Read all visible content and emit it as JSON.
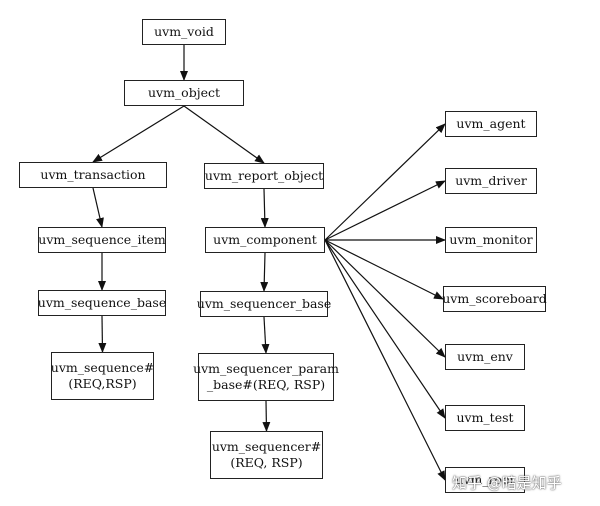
{
  "nodes": {
    "uvm_void": "uvm_void",
    "uvm_object": "uvm_object",
    "uvm_transaction": "uvm_transaction",
    "uvm_report_object": "uvm_report_object",
    "uvm_sequence_item": "uvm_sequence_item",
    "uvm_component": "uvm_component",
    "uvm_sequence_base": "uvm_sequence_base",
    "uvm_sequencer_base": "uvm_sequencer_base",
    "uvm_sequence": "uvm_sequence#\n(REQ,RSP)",
    "uvm_sequencer_param_base": "uvm_sequencer_param\n_base#(REQ, RSP)",
    "uvm_sequencer": "uvm_sequencer#\n(REQ, RSP)",
    "uvm_agent": "uvm_agent",
    "uvm_driver": "uvm_driver",
    "uvm_monitor": "uvm_monitor",
    "uvm_scoreboard": "uvm_scoreboard",
    "uvm_env": "uvm_env",
    "uvm_test": "uvm_test",
    "uvm_root": "uvm_root"
  },
  "edges": [
    [
      "uvm_void",
      "uvm_object"
    ],
    [
      "uvm_object",
      "uvm_transaction"
    ],
    [
      "uvm_object",
      "uvm_report_object"
    ],
    [
      "uvm_transaction",
      "uvm_sequence_item"
    ],
    [
      "uvm_report_object",
      "uvm_component"
    ],
    [
      "uvm_sequence_item",
      "uvm_sequence_base"
    ],
    [
      "uvm_component",
      "uvm_sequencer_base"
    ],
    [
      "uvm_sequence_base",
      "uvm_sequence"
    ],
    [
      "uvm_sequencer_base",
      "uvm_sequencer_param_base"
    ],
    [
      "uvm_sequencer_param_base",
      "uvm_sequencer"
    ],
    [
      "uvm_component",
      "uvm_agent"
    ],
    [
      "uvm_component",
      "uvm_driver"
    ],
    [
      "uvm_component",
      "uvm_monitor"
    ],
    [
      "uvm_component",
      "uvm_scoreboard"
    ],
    [
      "uvm_component",
      "uvm_env"
    ],
    [
      "uvm_component",
      "uvm_test"
    ],
    [
      "uvm_component",
      "uvm_root"
    ]
  ],
  "watermark": "知乎 @暗是知乎"
}
